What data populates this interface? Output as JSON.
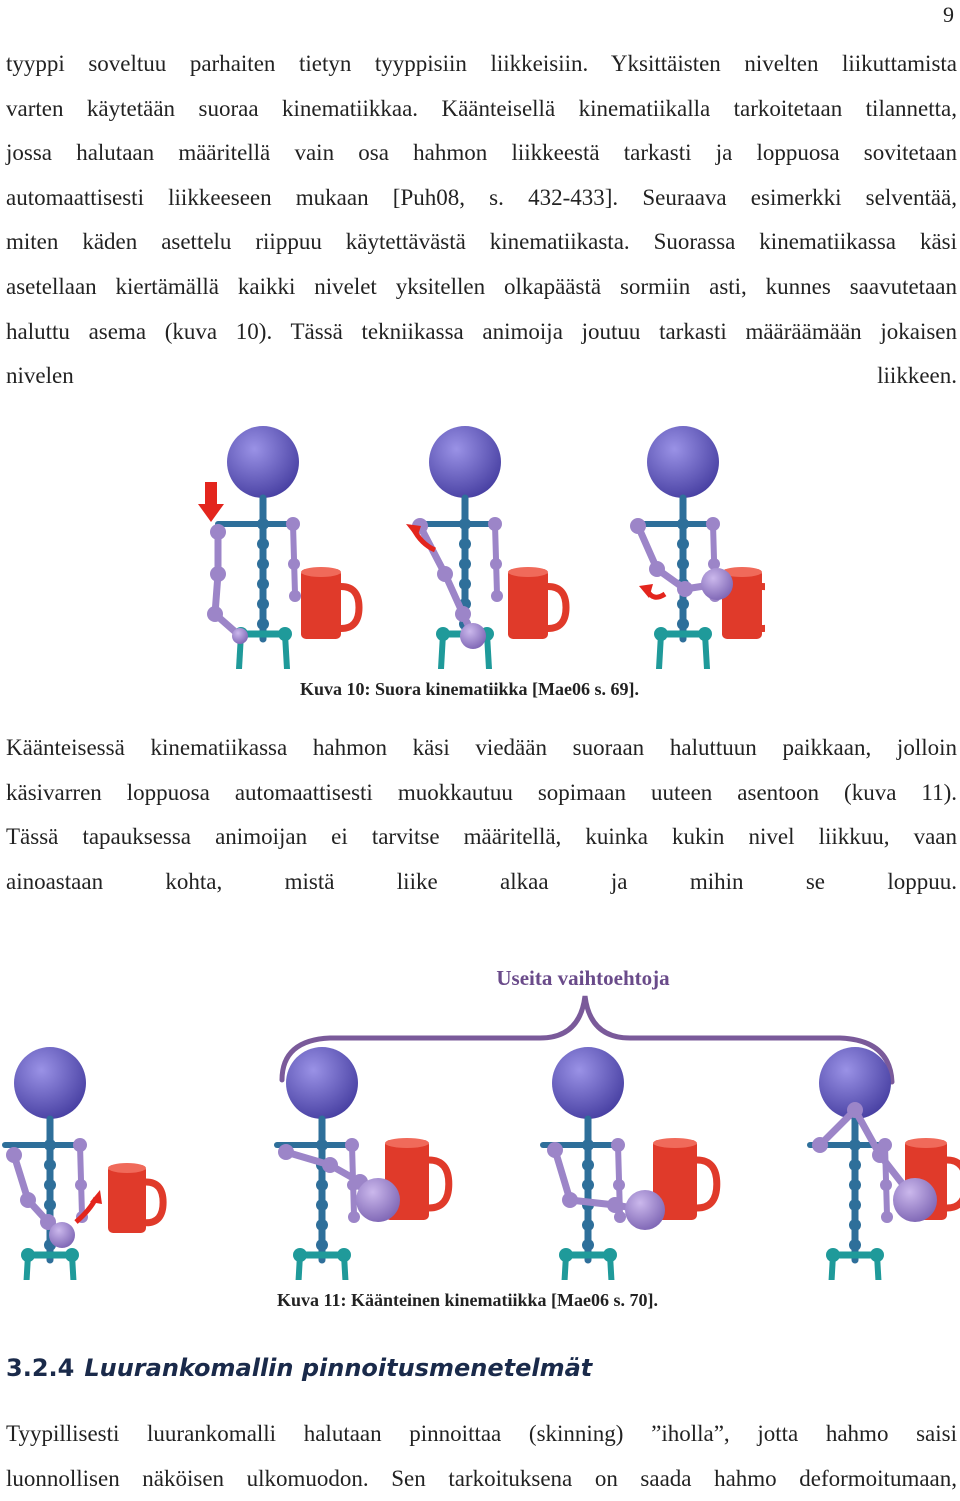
{
  "page": {
    "number": "9"
  },
  "paragraph1": {
    "lines": [
      "tyyppi soveltuu parhaiten tietyn tyyppisiin liikkeisiin. Yksittäisten nivelten liikuttamista",
      "varten käytetään suoraa kinematiikkaa. Käänteisellä kinematiikalla tarkoitetaan tilannetta,",
      "jossa halutaan määritellä vain osa hahmon liikkeestä tarkasti ja loppuosa sovitetaan",
      "automaattisesti liikkeeseen mukaan [Puh08, s. 432-433]. Seuraava esimerkki selventää,",
      "miten käden asettelu riippuu käytettävästä kinematiikasta. Suorassa kinematiikassa käsi",
      "asetellaan kiertämällä kaikki nivelet yksitellen olkapäästä sormiin asti, kunnes saavutetaan",
      "haluttu asema (kuva 10). Tässä tekniikassa animoija joutuu tarkasti määräämään jokaisen",
      "nivelen liikkeen."
    ]
  },
  "figure10": {
    "caption": "Kuva 10: Suora kinematiikka [Mae06 s. 69]."
  },
  "paragraph2": {
    "lines": [
      "Käänteisessä kinematiikassa hahmon käsi viedään suoraan haluttuun paikkaan, jolloin",
      "käsivarren loppuosa automaattisesti muokkautuu sopimaan uuteen asentoon (kuva 11).",
      "Tässä tapauksessa animoijan ei tarvitse määritellä, kuinka kukin nivel liikkuu, vaan",
      "ainoastaan kohta, mistä liike alkaa ja mihin se loppuu."
    ]
  },
  "figure11": {
    "brace_label": "Useita vaihtoehtoja",
    "caption": "Kuva 11: Käänteinen kinematiikka [Mae06 s. 70]."
  },
  "section": {
    "number": "3.2.4",
    "title": "Luurankomallin pinnoitusmenetelmät"
  },
  "paragraph3": {
    "lines": [
      "Tyypillisesti luurankomalli halutaan pinnoittaa (skinning) ”iholla”, jotta hahmo saisi",
      "luonnollisen näköisen ulkomuodon. Sen tarkoituksena on saada hahmo deformoitumaan,"
    ]
  },
  "colors": {
    "head": "#6a60c4",
    "arm": "#9c85c8",
    "spine": "#2e6f9a",
    "legs": "#1f9a9a",
    "mug": "#e03a2a",
    "arrow": "#e3251d",
    "brace": "#7a5a9a",
    "brace_label": "#6a4b8a"
  }
}
